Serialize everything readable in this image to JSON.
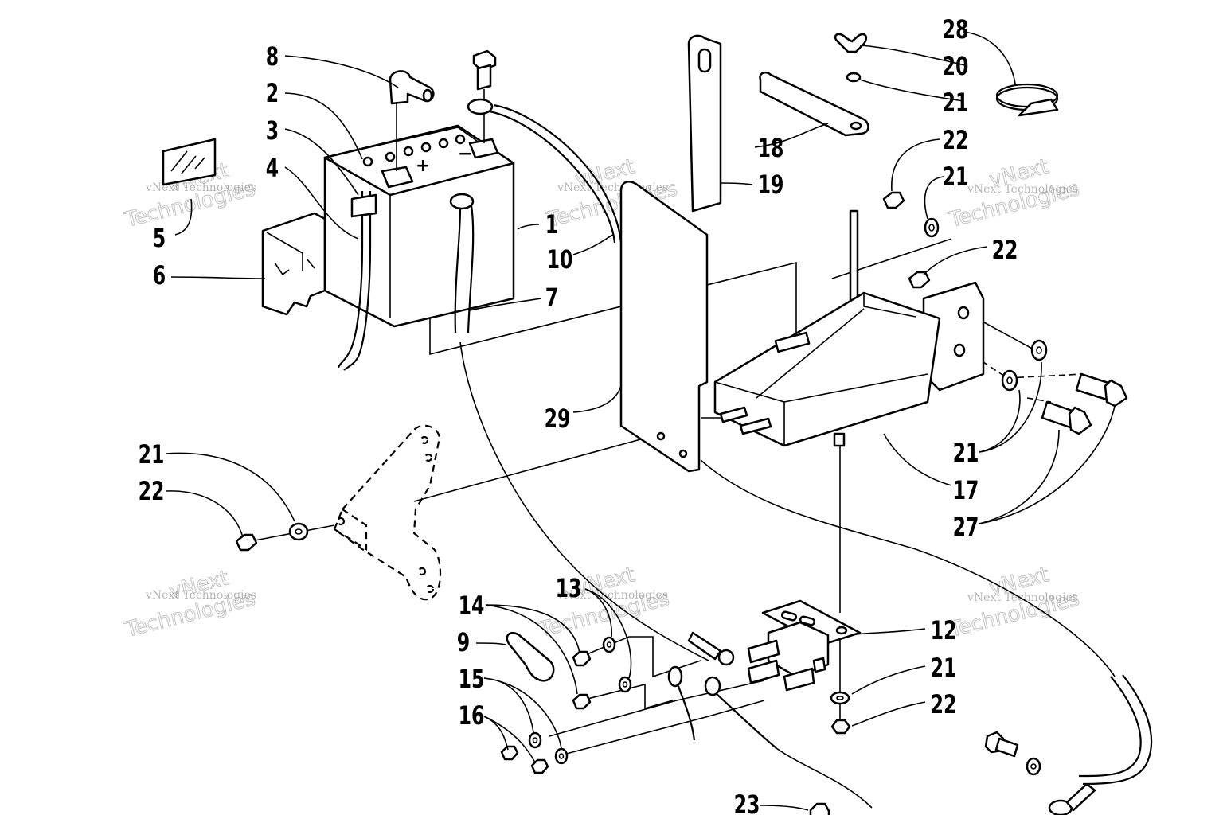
{
  "callouts": {
    "c1": "1",
    "c2": "2",
    "c3": "3",
    "c4": "4",
    "c5": "5",
    "c6": "6",
    "c7": "7",
    "c8": "8",
    "c9": "9",
    "c10": "10",
    "c12": "12",
    "c13": "13",
    "c14": "14",
    "c15": "15",
    "c16": "16",
    "c17": "17",
    "c18": "18",
    "c19": "19",
    "c20": "20",
    "c21a": "21",
    "c21b": "21",
    "c21c": "21",
    "c21d": "21",
    "c21e": "21",
    "c22a": "22",
    "c22b": "22",
    "c22c": "22",
    "c22d": "22",
    "c23": "23",
    "c27": "27",
    "c28": "28",
    "c29": "29"
  },
  "battery": {
    "plus": "+",
    "minus": "−"
  },
  "watermark": {
    "line1": "vNext Technologies",
    "line2": "vNext",
    "line3": "Technologies"
  }
}
